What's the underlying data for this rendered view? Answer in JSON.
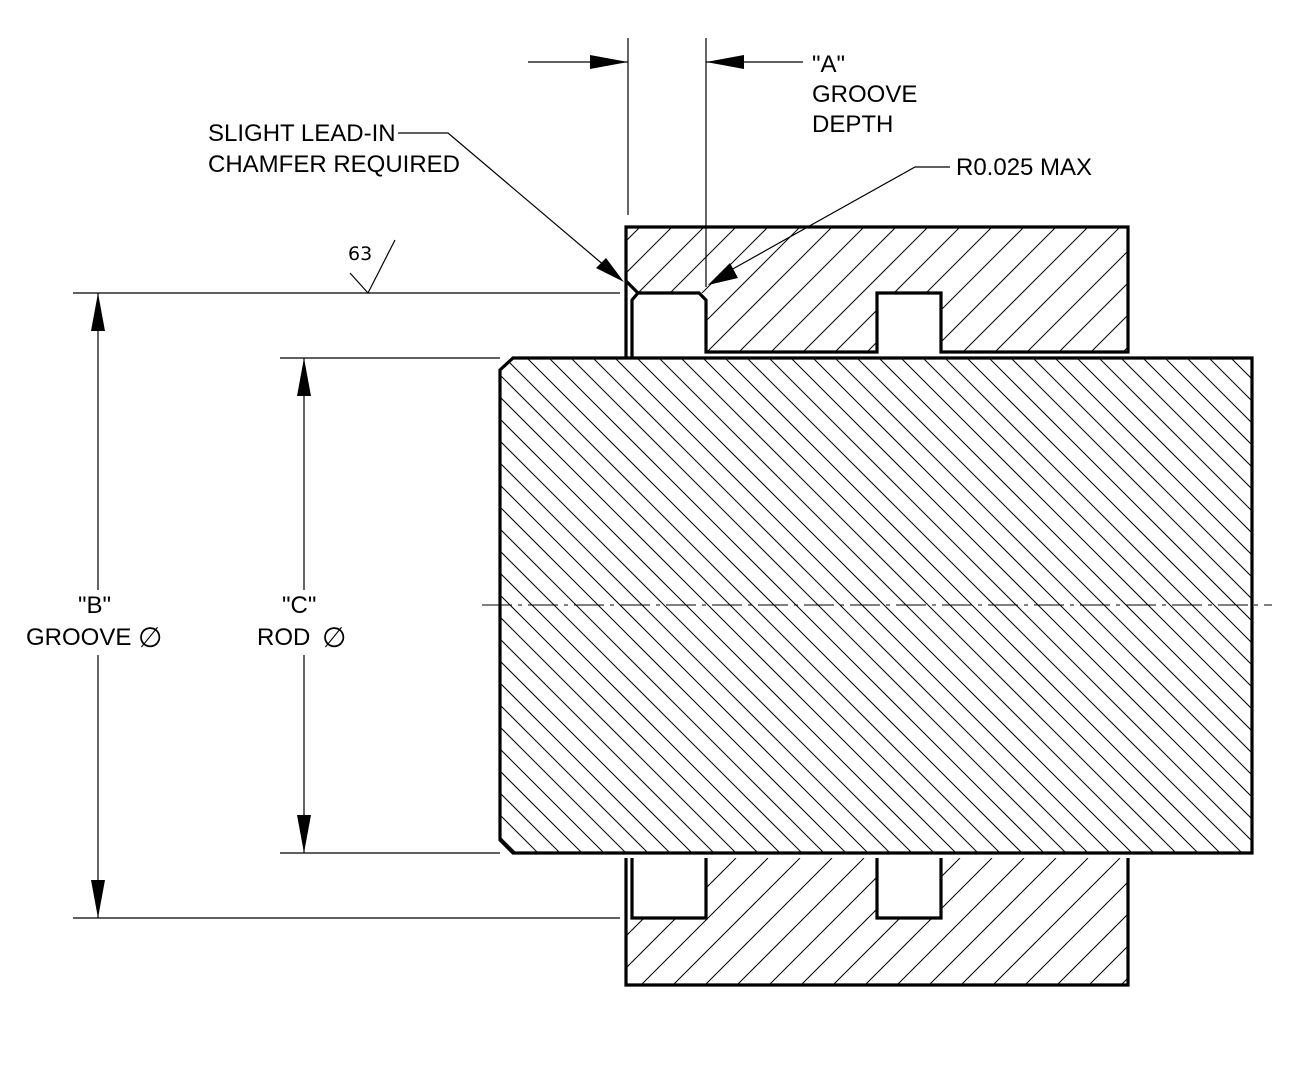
{
  "labels": {
    "groove_depth_line1": "\"A\"",
    "groove_depth_line2": "GROOVE",
    "groove_depth_line3": "DEPTH",
    "chamfer_line1": "SLIGHT  LEAD-IN",
    "chamfer_line2": "CHAMFER  REQUIRED",
    "radius_note": "R0.025  MAX",
    "surface_finish": "63",
    "groove_dia_line1": "\"B\"",
    "groove_dia_line2": "GROOVE",
    "rod_dia_line1": "\"C\"",
    "rod_dia_line2": "ROD",
    "diameter_symbol": "∅"
  },
  "colors": {
    "ink": "#000000",
    "paper": "#ffffff"
  }
}
